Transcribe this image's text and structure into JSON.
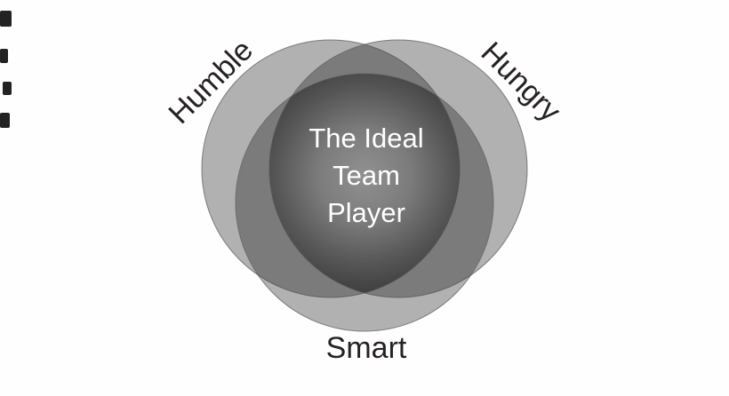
{
  "diagram": {
    "type": "venn",
    "title_lines": {
      "line1": "The Ideal",
      "line2": "Team",
      "line3": "Player"
    },
    "circles": [
      {
        "label": "Humble",
        "position": "top-left"
      },
      {
        "label": "Hungry",
        "position": "top-right"
      },
      {
        "label": "Smart",
        "position": "bottom"
      }
    ],
    "colors": {
      "background": "#fefefe",
      "circle_fill": "#000000",
      "circle_fill_opacity": "0.30",
      "circle_stroke": "#6f6f6f",
      "center_gradient_light": "#919191",
      "center_gradient_dark": "#3f3f3f",
      "label_text": "#262223",
      "center_text": "#ffffff"
    }
  }
}
